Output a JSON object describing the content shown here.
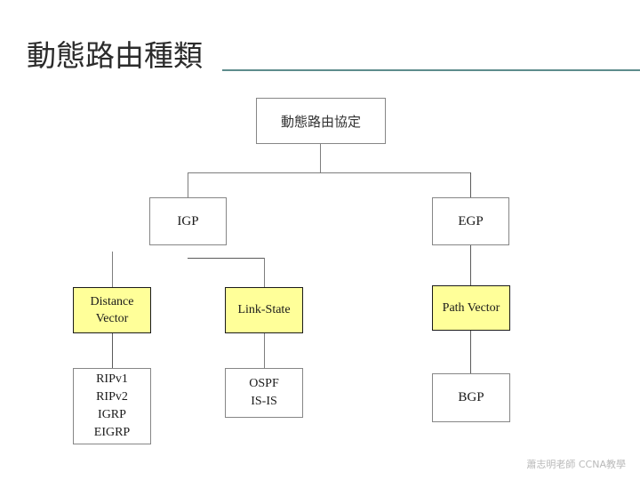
{
  "slide": {
    "title": "動態路由種類",
    "footer_credit": "蕭志明老師 CCNA教學",
    "accent_color": "#5d8c8c",
    "highlight_color": "#ffff99",
    "box_border_color": "#868686",
    "connector_color": "#7d7d7d"
  },
  "diagram": {
    "type": "tree",
    "root": {
      "label": "動態路由協定"
    },
    "categories": [
      {
        "label": "IGP"
      },
      {
        "label": "EGP"
      }
    ],
    "mechanisms": [
      {
        "label": "Distance\nVector"
      },
      {
        "label": "Link-State"
      },
      {
        "label": "Path Vector"
      }
    ],
    "protocols": [
      {
        "label": "RIPv1\nRIPv2\nIGRP\nEIGRP"
      },
      {
        "label": "OSPF\nIS-IS"
      },
      {
        "label": "BGP"
      }
    ]
  }
}
